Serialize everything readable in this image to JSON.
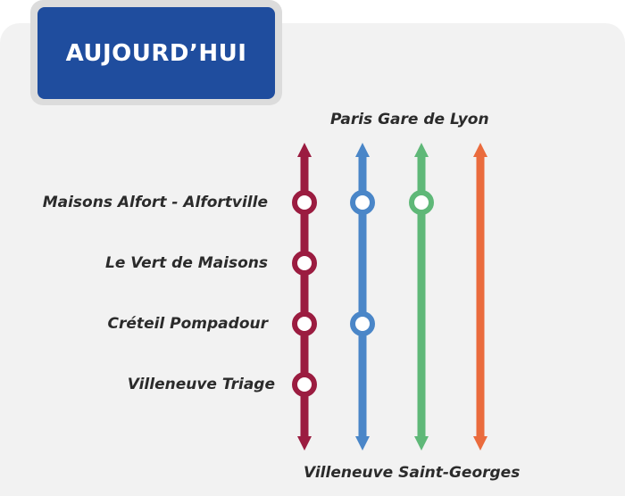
{
  "badge": {
    "title": "AUJOURD’HUI"
  },
  "terminals": {
    "top": "Paris Gare de Lyon",
    "bottom": "Villeneuve Saint-Georges"
  },
  "stations": [
    {
      "name": "Maisons Alfort - Alfortville",
      "served_by": [
        0,
        1,
        2
      ]
    },
    {
      "name": "Le Vert de Maisons",
      "served_by": [
        0
      ]
    },
    {
      "name": "Créteil Pompadour",
      "served_by": [
        0,
        1
      ]
    },
    {
      "name": "Villeneuve Triage",
      "served_by": [
        0
      ]
    }
  ],
  "lines": [
    {
      "color": "#9b1c40"
    },
    {
      "color": "#4a86c8"
    },
    {
      "color": "#5fb878"
    },
    {
      "color": "#ea6b3d"
    }
  ]
}
